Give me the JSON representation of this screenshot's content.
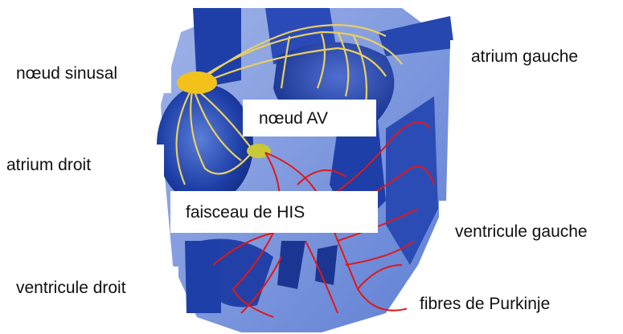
{
  "diagram": {
    "labels": {
      "noeud_sinusal": "nœud sinusal",
      "atrium_gauche": "atrium gauche",
      "noeud_av": "nœud AV",
      "atrium_droit": "atrium droit",
      "faisceau_his": "faisceau de HIS",
      "ventricule_gauche": "ventricule gauche",
      "ventricule_droit": "ventricule droit",
      "fibres_purkinje": "fibres de Purkinje"
    },
    "colors": {
      "heart_blue": "#1e3fa8",
      "heart_light_blue": "#6d8ad6",
      "sinus_node": "#f2c21a",
      "conduction_yellow": "#e8cf62",
      "av_node": "#c8c838",
      "purkinje_red": "#e01818"
    }
  }
}
